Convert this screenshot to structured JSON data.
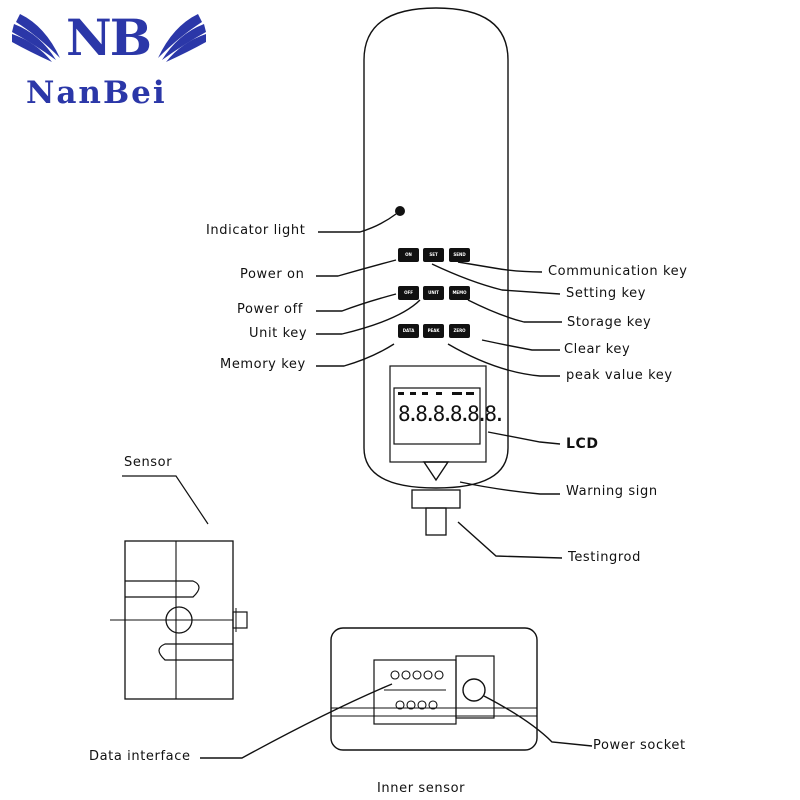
{
  "logo": {
    "monogram": "NB",
    "brand": "NanBei",
    "colors": {
      "brand_blue": "#2b37a8"
    }
  },
  "device": {
    "keys": {
      "on": "ON",
      "set": "SET",
      "send": "SEND",
      "off": "OFF",
      "unit": "UNIT",
      "memo": "MEMO",
      "data": "DATA",
      "peak": "PEAK",
      "zero": "ZERO"
    },
    "lcd_digits": "8.8.8.8.8.8."
  },
  "labels": {
    "indicator_light": "Indicator light",
    "power_on": "Power on",
    "power_off": "Power off",
    "unit_key": "Unit key",
    "memory_key": "Memory key",
    "communication_key": "Communication key",
    "setting_key": "Setting key",
    "storage_key": "Storage key",
    "clear_key": "Clear key",
    "peak_value_key": "peak value key",
    "lcd": "LCD",
    "warning_sign": "Warning sign",
    "testing_rod": "Testingrod",
    "sensor": "Sensor",
    "data_interface": "Data interface",
    "power_socket": "Power socket",
    "inner_sensor": "Inner sensor"
  }
}
